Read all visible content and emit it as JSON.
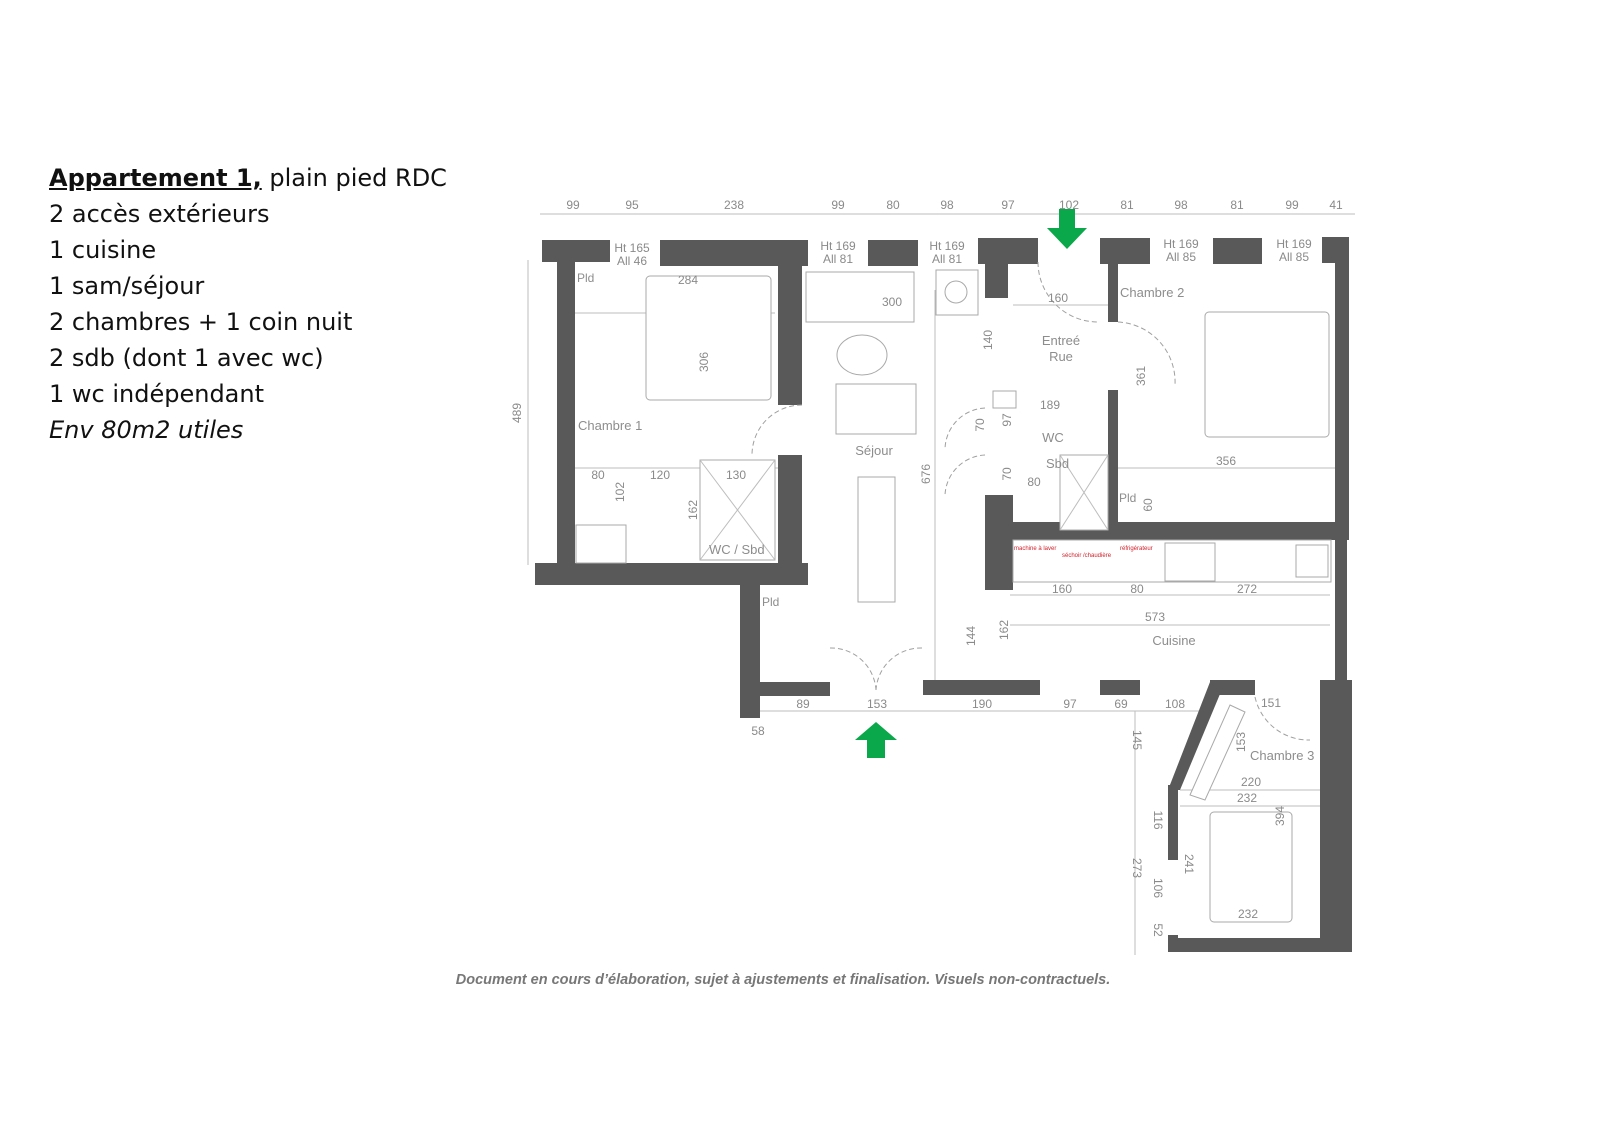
{
  "info": {
    "title": "Appartement 1,",
    "title_rest": " plain pied RDC",
    "lines": [
      "2 accès extérieurs",
      "1 cuisine",
      "1 sam/séjour",
      "2 chambres + 1 coin nuit",
      "2 sdb (dont 1 avec wc)",
      "1 wc indépendant"
    ],
    "area": "Env 80m2 utiles"
  },
  "plan": {
    "rooms": {
      "chambre1": "Chambre 1",
      "sejour": "Séjour",
      "entree1": "Entreé",
      "entree2": "Rue",
      "chambre2": "Chambre 2",
      "wc": "WC",
      "sbd": "Sbd",
      "wc_sbd": "WC / Sbd",
      "cuisine": "Cuisine",
      "chambre3": "Chambre 3",
      "pld": "Pld"
    },
    "windows": [
      {
        "ht": "Ht 165",
        "all": "All 46"
      },
      {
        "ht": "Ht 169",
        "all": "All 81"
      },
      {
        "ht": "Ht 169",
        "all": "All 81"
      },
      {
        "ht": "Ht 169",
        "all": "All 85"
      },
      {
        "ht": "Ht 169",
        "all": "All 85"
      }
    ],
    "top_dims": [
      "99",
      "95",
      "238",
      "99",
      "80",
      "98",
      "97",
      "102",
      "81",
      "98",
      "81",
      "99",
      "41"
    ],
    "bottom_dims": [
      "89",
      "153",
      "190",
      "97",
      "69",
      "108",
      "151",
      "58"
    ],
    "dims": {
      "left_height": "489",
      "bed1_w": "284",
      "bed1_h": "306",
      "sofa": "300",
      "sejour_h": "676",
      "c1_80": "80",
      "c1_120": "120",
      "c1_130": "130",
      "c1_102": "102",
      "c1_162": "162",
      "entree_160": "160",
      "entree_140": "140",
      "c2_361": "361",
      "wc_189": "189",
      "wc_70a": "70",
      "wc_97": "97",
      "sbd_70": "70",
      "sbd_80": "80",
      "c2_356": "356",
      "c2_60": "60",
      "k_160": "160",
      "k_80": "80",
      "k_272": "272",
      "k_573": "573",
      "k_144": "144",
      "k_162": "162",
      "c3_145": "145",
      "c3_153": "153",
      "c3_220": "220",
      "c3_232a": "232",
      "c3_394": "394",
      "c3_116": "116",
      "c3_273": "273",
      "c3_241": "241",
      "c3_106": "106",
      "c3_232b": "232",
      "c3_52": "52"
    },
    "appliances": {
      "washer": "machine à laver",
      "dryer": "séchoir /chaudière",
      "fridge": "réfrigérateur"
    }
  },
  "footer": "Document en cours d’élaboration, sujet à ajustements et finalisation. Visuels non-contractuels."
}
